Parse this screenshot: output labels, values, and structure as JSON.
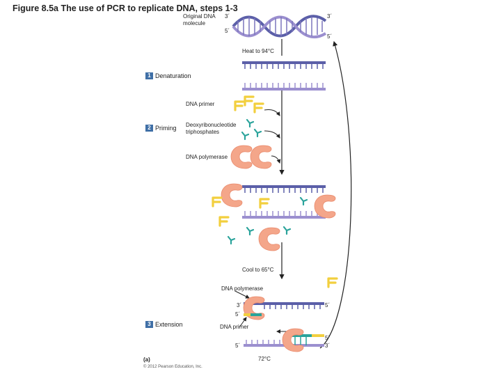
{
  "title": "Figure 8.5a  The use of PCR to replicate DNA, steps 1-3",
  "labels": {
    "original_dna": "Original DNA\nmolecule",
    "heat": "Heat to 94°C",
    "dna_primer_top": "DNA primer",
    "deoxy": "Deoxyribonucleotide\ntriphosphates",
    "polymerase_top": "DNA polymerase",
    "cool": "Cool to 65°C",
    "polymerase_bottom": "DNA polymerase",
    "dna_primer_bottom": "DNA primer",
    "temp72": "72°C",
    "three_prime": "3´",
    "five_prime": "5´"
  },
  "steps": [
    {
      "num": "1",
      "label": "Denaturation"
    },
    {
      "num": "2",
      "label": "Priming"
    },
    {
      "num": "3",
      "label": "Extension"
    }
  ],
  "panel_label": "(a)",
  "copyright": "© 2012 Pearson Education, Inc.",
  "colors": {
    "strand_blue": "#5b5fa8",
    "strand_light": "#9b8fcf",
    "primer": "#f2cf3e",
    "new_strand": "#2aa39b",
    "polymerase": "#f4a68a"
  }
}
